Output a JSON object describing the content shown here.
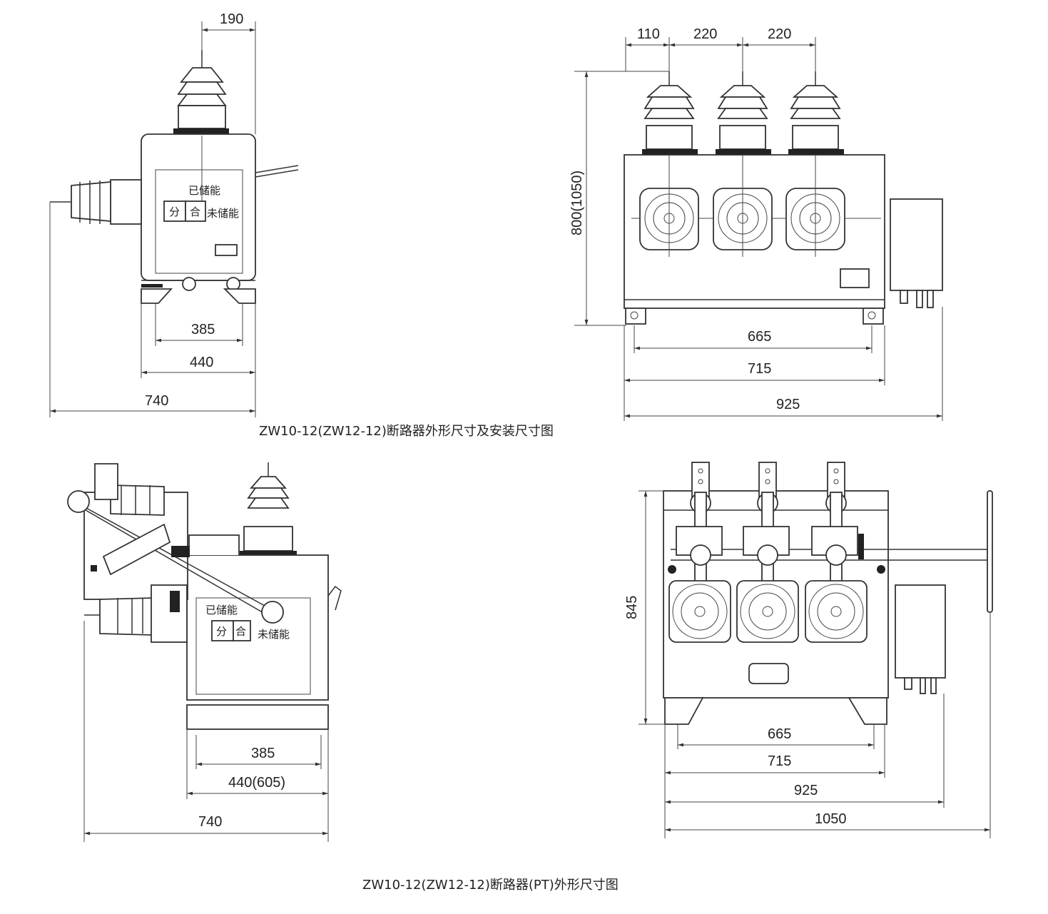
{
  "captions": {
    "top": "ZW10-12(ZW12-12)断路器外形尺寸及安装尺寸图",
    "bottom": "ZW10-12(ZW12-12)断路器(PT)外形尺寸图"
  },
  "top_side": {
    "dims": {
      "top": "190",
      "inner": "385",
      "middle": "440",
      "overall": "740"
    },
    "labels": {
      "charged": "已储能",
      "open": "分",
      "close": "合",
      "uncharged": "未储能"
    }
  },
  "top_front": {
    "dims": {
      "pitch_left": "110",
      "pitch_mid": "220",
      "pitch_right": "220",
      "height": "800(1050)",
      "mount": "665",
      "base": "715",
      "overall": "925"
    }
  },
  "bottom_side": {
    "dims": {
      "inner": "385",
      "middle": "440(605)",
      "overall": "740"
    },
    "labels": {
      "charged": "已储能",
      "open": "分",
      "close": "合",
      "uncharged": "未储能"
    }
  },
  "bottom_front": {
    "dims": {
      "height": "845",
      "mount": "665",
      "base": "715",
      "body": "925",
      "overall": "1050"
    }
  }
}
